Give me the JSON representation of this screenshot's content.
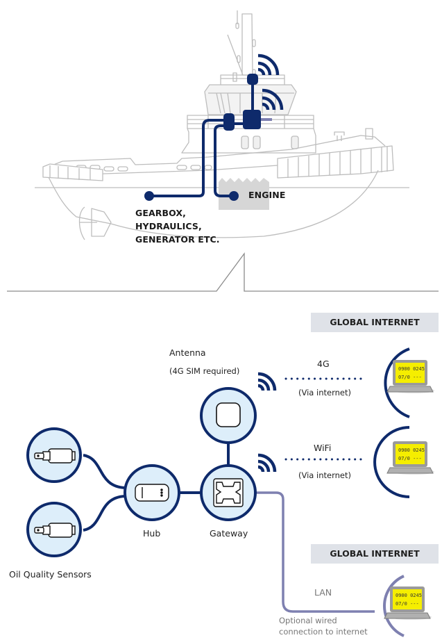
{
  "diagram": {
    "title": "Oil quality monitoring system on a tugboat",
    "colors": {
      "navy": "#0e2a6b",
      "lan_line": "#7e80b0",
      "node_fill": "#ddeefa",
      "ship_line": "#b9b9b9",
      "ship_fill": "#f1f1f1",
      "badge_bg": "#dfe2e8",
      "laptop_screen": "#f5ee00"
    }
  },
  "ship": {
    "labels": {
      "engine": "ENGINE",
      "gearbox": "GEARBOX,\nHYDRAULICS,\nGENERATOR ETC."
    }
  },
  "network": {
    "badges": {
      "top": "GLOBAL INTERNET",
      "bottom": "GLOBAL INTERNET"
    },
    "antenna": {
      "label": "Antenna",
      "sublabel": "(4G SIM required)"
    },
    "links": {
      "cellular": {
        "label": "4G",
        "sublabel": "(Via internet)"
      },
      "wifi": {
        "label": "WiFi",
        "sublabel": "(Via internet)"
      },
      "lan": {
        "label": "LAN",
        "sublabel": "Optional wired\nconnection to internet"
      }
    },
    "nodes": {
      "hub": "Hub",
      "gateway": "Gateway",
      "sensors": "Oil Quality Sensors"
    },
    "laptop_screen": {
      "line1": "0900 0245",
      "line2": "07/0  ---"
    }
  }
}
